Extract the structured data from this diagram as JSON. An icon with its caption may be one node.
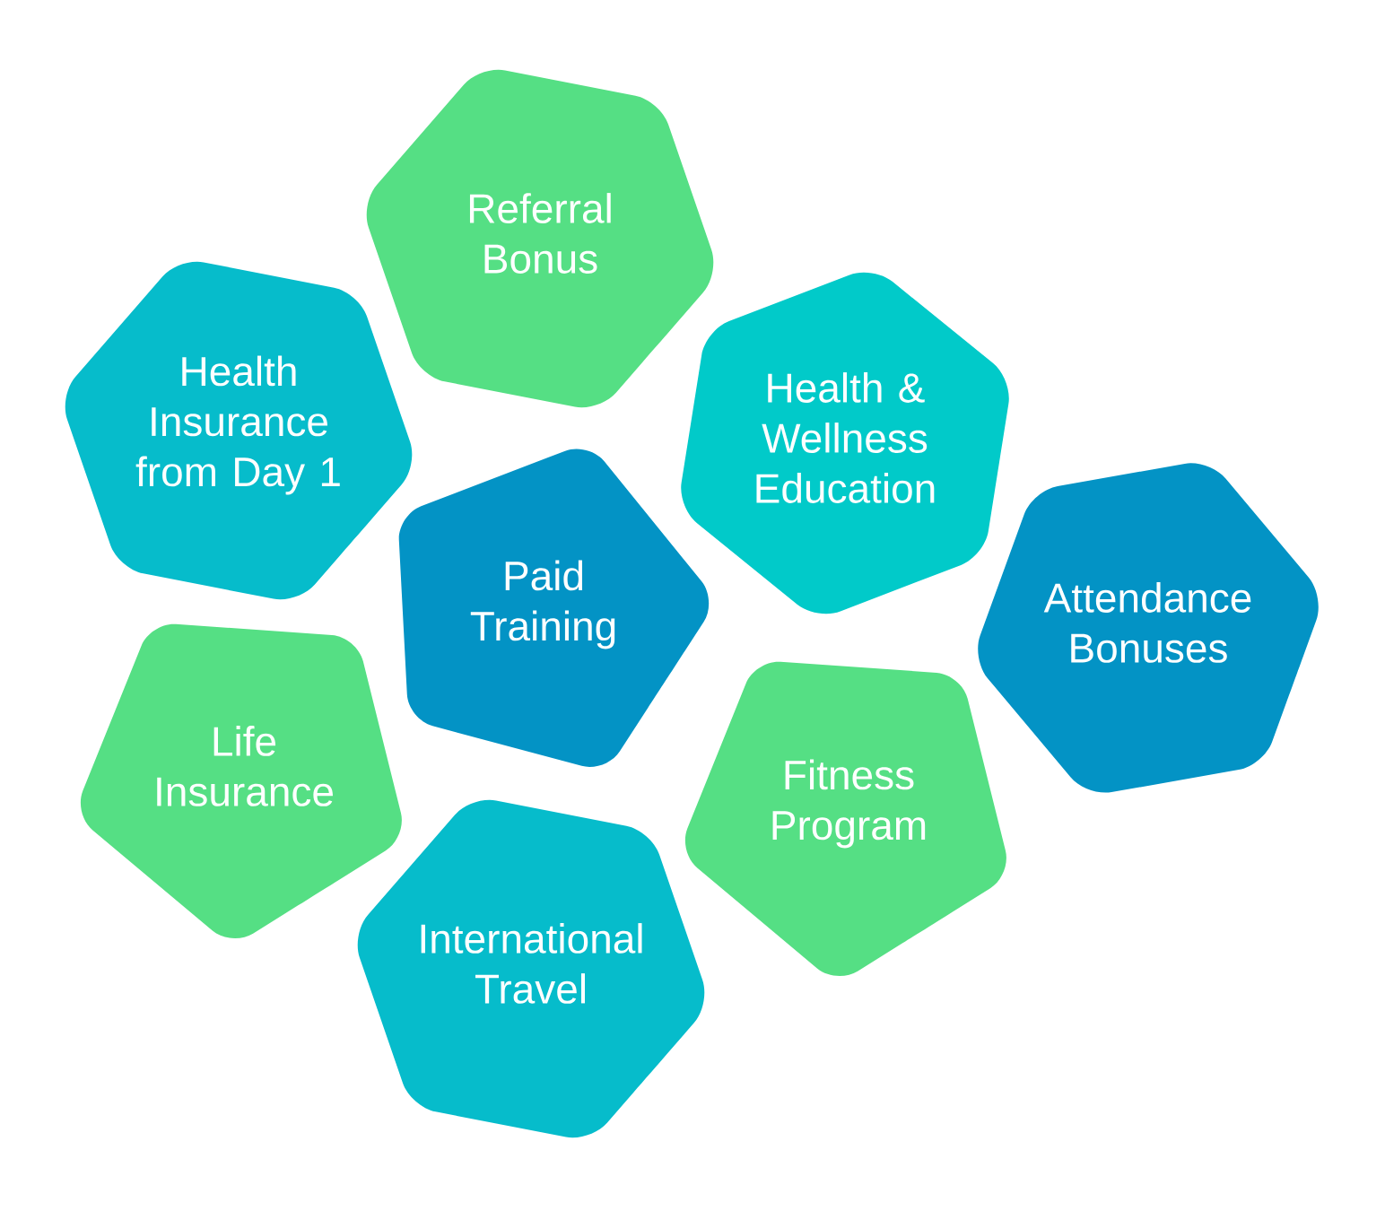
{
  "diagram": {
    "nodes": [
      {
        "text": [
          "Referral Bonus"
        ]
      },
      {
        "text": [
          "Health Insurance from Day 1"
        ]
      },
      {
        "text": [
          "Health & Wellness Education"
        ]
      },
      {
        "text": [
          "Paid Training"
        ]
      },
      {
        "text": [
          "Attendance Bonuses"
        ]
      },
      {
        "text": [
          "Life Insurance"
        ]
      },
      {
        "text": [
          "Fitness Program"
        ]
      },
      {
        "text": [
          "International Travel"
        ]
      }
    ]
  }
}
